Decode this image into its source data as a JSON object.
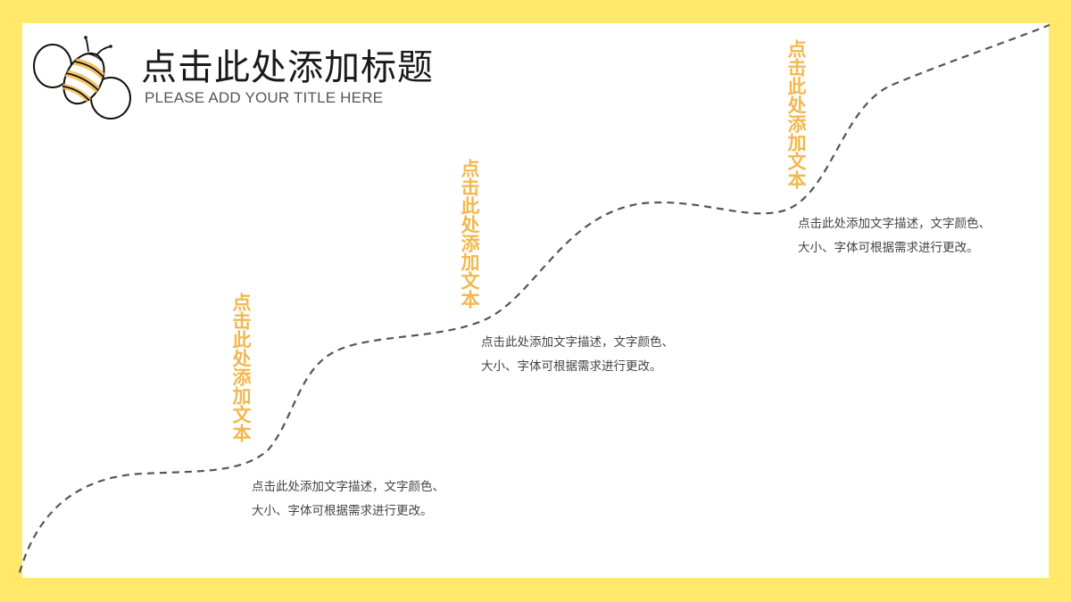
{
  "header": {
    "title": "点击此处添加标题",
    "subtitle": "PLEASE ADD YOUR TITLE HERE",
    "logo_icon": "bee-icon"
  },
  "steps": [
    {
      "heading": "点击此处添加文本",
      "description": "点击此处添加文字描述，文字颜色、大小、字体可根据需求进行更改。"
    },
    {
      "heading": "点击此处添加文本",
      "description": "点击此处添加文字描述，文字颜色、大小、字体可根据需求进行更改。"
    },
    {
      "heading": "点击此处添加文本",
      "description": "点击此处添加文字描述，文字颜色、大小、字体可根据需求进行更改。"
    }
  ],
  "colors": {
    "frame": "#FFE86A",
    "panel": "#FFFFFF",
    "accent": "#F2B84F",
    "curve": "#555555",
    "title": "#1A1A1A",
    "body_text": "#444444"
  }
}
